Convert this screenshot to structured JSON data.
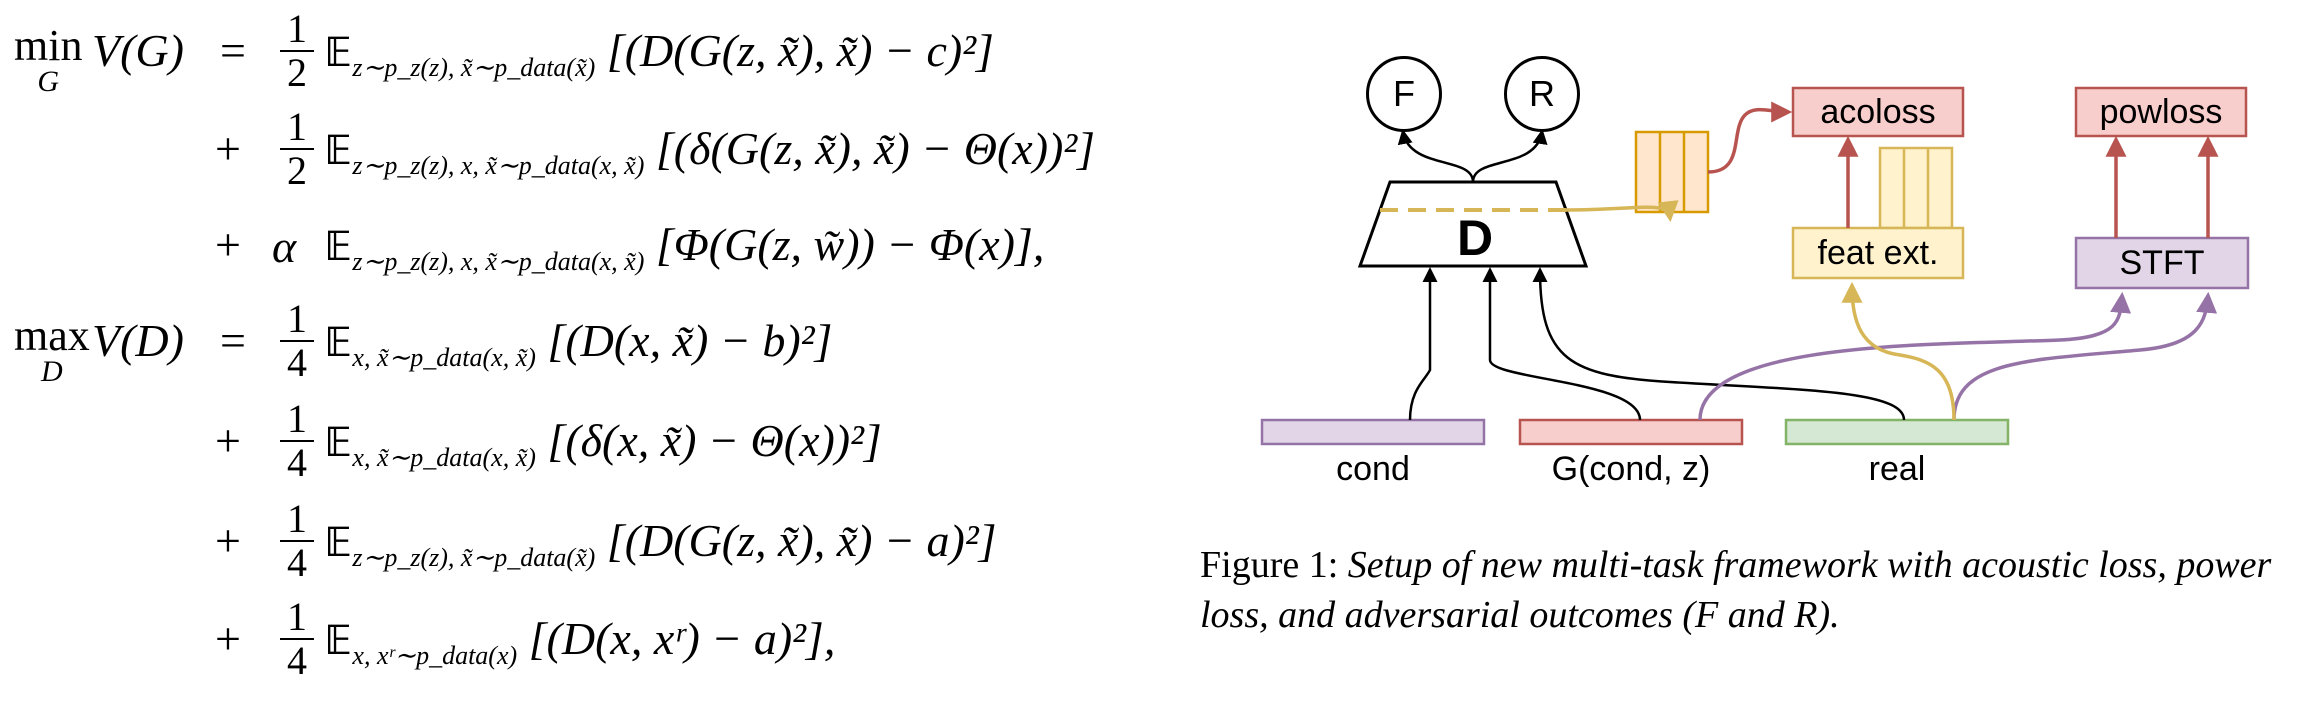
{
  "equations": [
    {
      "lhs_op": "min",
      "lhs_sub": "G",
      "lhs_v": "V(G)",
      "sign": "=",
      "coef": "1/2",
      "E_sub": "z∼p_z(z), x̃∼p_data(x̃)",
      "body": "[(D(G(z, x̃), x̃) − c)²]"
    },
    {
      "lhs_op": "",
      "lhs_sub": "",
      "lhs_v": "",
      "sign": "+",
      "coef": "1/2",
      "E_sub": "z∼p_z(z), x, x̃∼p_data(x, x̃)",
      "body": "[(δ(G(z, x̃), x̃) − Θ(x))²]"
    },
    {
      "lhs_op": "",
      "lhs_sub": "",
      "lhs_v": "",
      "sign": "+",
      "coef": "α",
      "E_sub": "z∼p_z(z), x, x̃∼p_data(x, x̃)",
      "body": "[Φ(G(z, w̃)) − Φ(x)],"
    },
    {
      "lhs_op": "max",
      "lhs_sub": "D",
      "lhs_v": "V(D)",
      "sign": "=",
      "coef": "1/4",
      "E_sub": "x, x̃∼p_data(x, x̃)",
      "body": "[(D(x, x̃) − b)²]"
    },
    {
      "lhs_op": "",
      "lhs_sub": "",
      "lhs_v": "",
      "sign": "+",
      "coef": "1/4",
      "E_sub": "x, x̃∼p_data(x, x̃)",
      "body": "[(δ(x, x̃) − Θ(x))²]"
    },
    {
      "lhs_op": "",
      "lhs_sub": "",
      "lhs_v": "",
      "sign": "+",
      "coef": "1/4",
      "E_sub": "z∼p_z(z), x̃∼p_data(x̃)",
      "body": "[(D(G(z, x̃), x̃) − a)²]"
    },
    {
      "lhs_op": "",
      "lhs_sub": "",
      "lhs_v": "",
      "sign": "+",
      "coef": "1/4",
      "E_sub": "x, xʳ∼p_data(x)",
      "body": "[(D(x, xʳ) − a)²],"
    }
  ],
  "diagram": {
    "circle_f": "F",
    "circle_r": "R",
    "discriminator": "D",
    "acoloss": "acoloss",
    "powloss": "powloss",
    "feat_ext": "feat ext.",
    "stft": "STFT",
    "input_cond": "cond",
    "input_gen": "G(cond, z)",
    "input_real": "real",
    "colors": {
      "loss_fill": "#f8cecc",
      "loss_stroke": "#b85450",
      "feat_fill": "#fff2cc",
      "feat_stroke": "#d6b656",
      "stft_fill": "#e1d5e7",
      "stft_stroke": "#9673a6",
      "cond_fill": "#e1d5e7",
      "gen_fill": "#f8cecc",
      "real_fill": "#d5e8d4",
      "real_stroke": "#82b366",
      "feat_arrow": "#d6b656",
      "stft_arrow": "#9673a6",
      "loss_arrow": "#b85450",
      "emb_fill": "#ffe6cc",
      "emb_stroke": "#d79b00"
    }
  },
  "caption": {
    "label": "Figure 1:",
    "text": "Setup of new multi-task framework with acoustic loss, power loss, and adversarial outcomes (F and R)."
  }
}
